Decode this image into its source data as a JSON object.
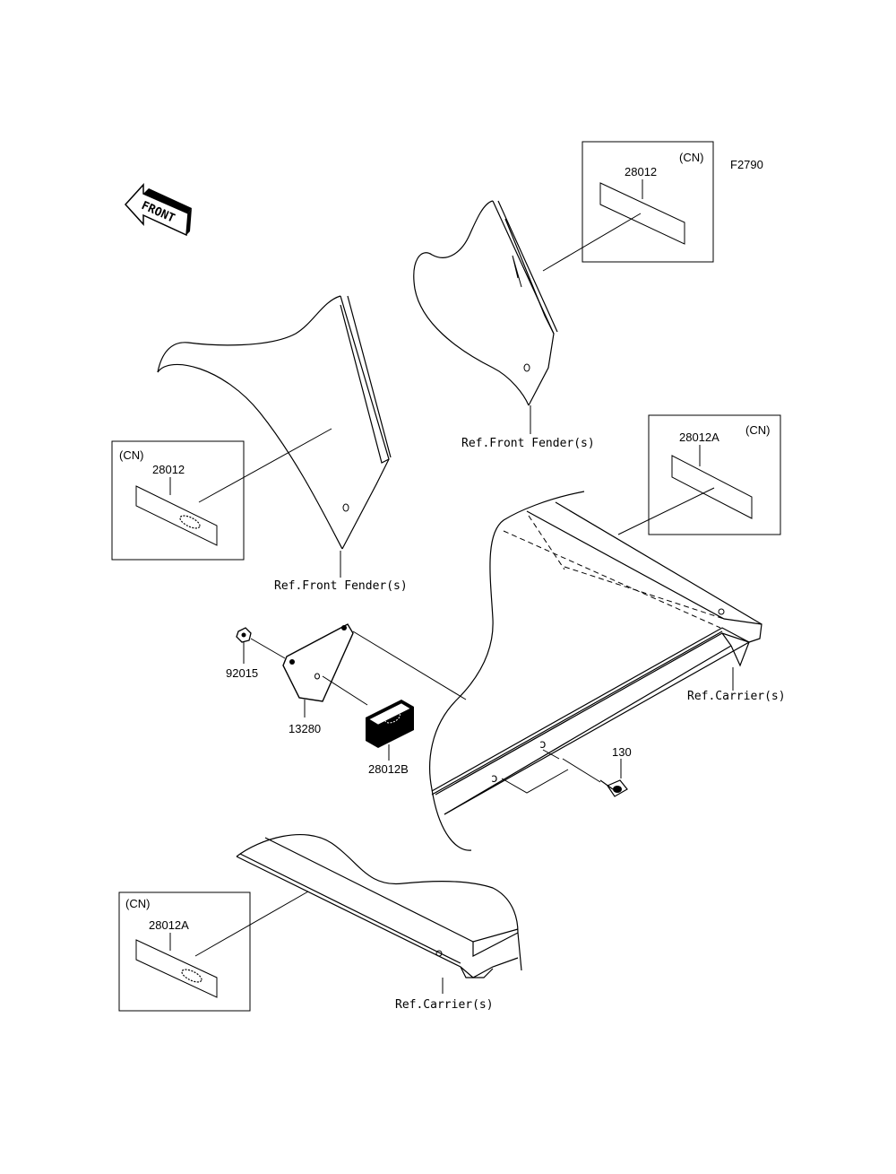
{
  "figure_code": "F2790",
  "front_indicator": "FRONT",
  "inset_labels": {
    "top_right": {
      "region": "(CN)",
      "part": "28012"
    },
    "left": {
      "region": "(CN)",
      "part": "28012"
    },
    "right": {
      "region": "(CN)",
      "part": "28012A"
    },
    "bottom_left": {
      "region": "(CN)",
      "part": "28012A"
    }
  },
  "references": {
    "front_fender_upper": "Ref.Front Fender(s)",
    "front_fender_left": "Ref.Front Fender(s)",
    "carrier_right": "Ref.Carrier(s)",
    "carrier_bottom": "Ref.Carrier(s)"
  },
  "part_numbers": {
    "nut": "92015",
    "bracket": "13280",
    "plate": "28012B",
    "bolt": "130"
  },
  "colors": {
    "line": "#000000",
    "background": "#ffffff"
  }
}
